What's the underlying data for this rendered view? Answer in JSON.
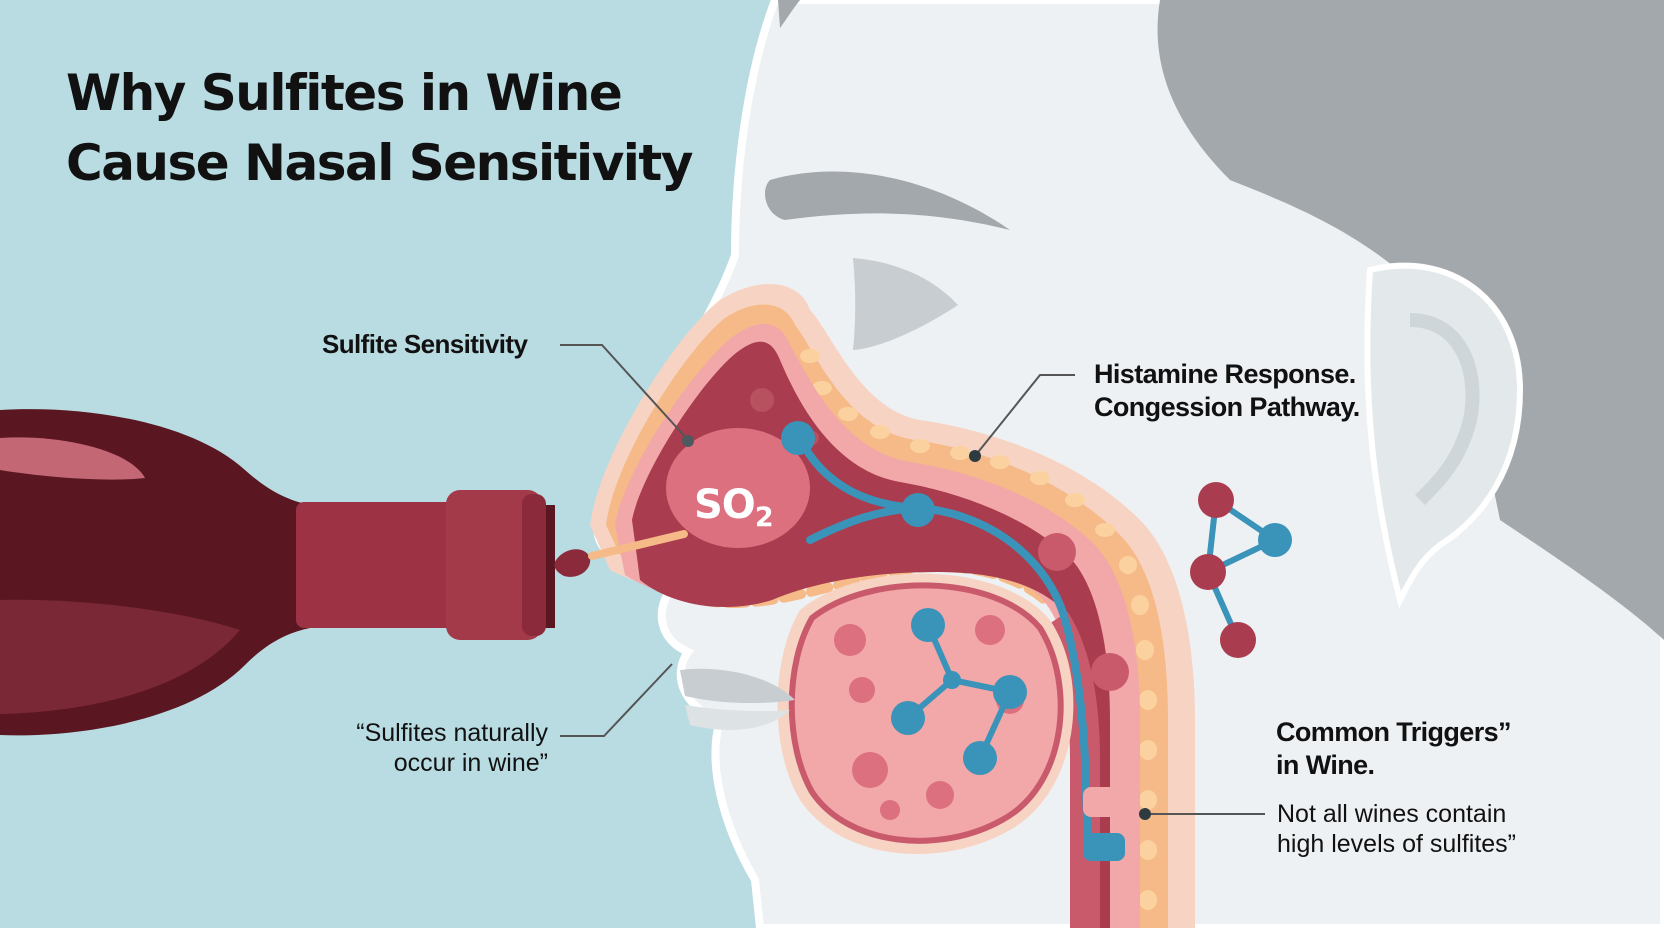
{
  "title": {
    "line1": "Why Sulfites in Wine",
    "line2": "Cause Nasal Sensitivity"
  },
  "labels": {
    "sulfite_sensitivity": "Sulfite Sensitivity",
    "histamine_line1": "Histamine Response.",
    "histamine_line2": "Congession Pathway.",
    "sulfites_occur_line1": "“Sulfites naturally",
    "sulfites_occur_line2": "occur in wine”",
    "common_triggers_line1": "Common Triggers”",
    "common_triggers_line2": "in Wine.",
    "not_all_wines_line1": "Not all wines contain",
    "not_all_wines_line2": "high levels of sulfites”"
  },
  "molecule": {
    "main": "SO",
    "subscript": "2"
  },
  "colors": {
    "background": "#b9dce3",
    "skin": "#eef1f3",
    "hair": "#a3a8ac",
    "wine_red": "#9c3244",
    "nasal_pink": "#f2a7a9",
    "fat_layer": "#f7c48e",
    "nerve_blue": "#3a93b8"
  }
}
